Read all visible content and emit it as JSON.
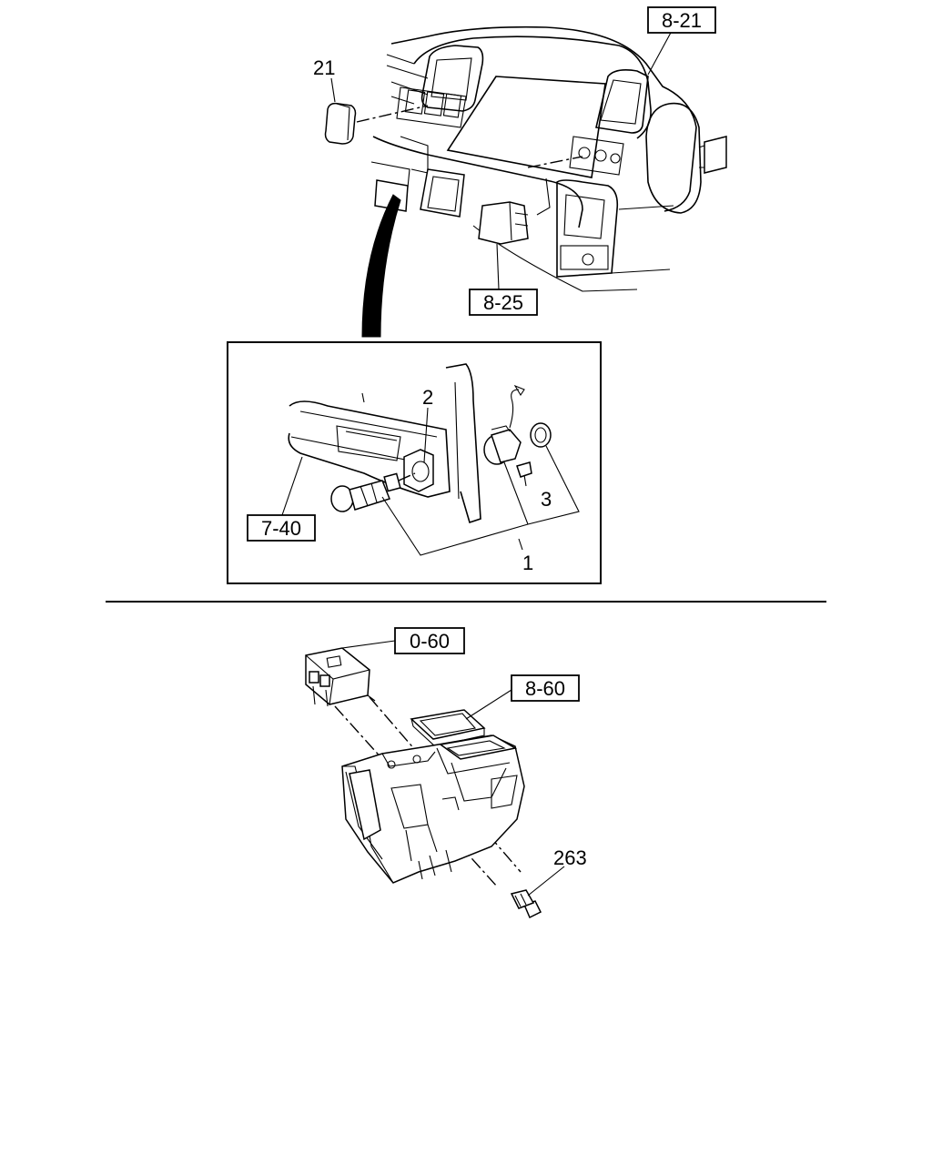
{
  "callouts": {
    "ref_8_21": "8-21",
    "ref_8_25": "8-25",
    "ref_7_40": "7-40",
    "ref_0_60": "0-60",
    "ref_8_60": "8-60",
    "part_21": "21",
    "part_2": "2",
    "part_3": "3",
    "part_1": "1",
    "part_263": "263"
  }
}
